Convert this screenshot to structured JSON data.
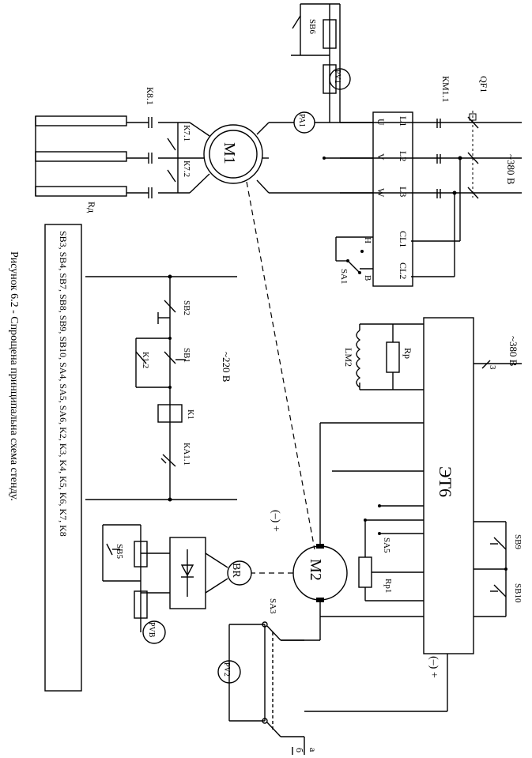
{
  "caption": "Рисунок 6.2 - Спрощена принципальна схема стенду.",
  "supply_main": "~380 В",
  "supply_aux": "~220 В",
  "supply_et6": "~380 В",
  "phase_count": "3",
  "et6_label": "ЭТ6",
  "motor1": "М1",
  "motor2": "М2",
  "tachogen": "BR",
  "breaker": "QF1",
  "contactor": "КМ1.1",
  "contact_k81": "К8.1",
  "contact_k71": "К7.1",
  "contact_k72": "К7.2",
  "resistor_rd": "Rд",
  "ammeter": "PA1",
  "voltmeter1": "PV1",
  "voltmeter2": "PV2",
  "voltmeter_vb": "PVB",
  "btn_sb6": "SB6",
  "btn_sb2": "SB2",
  "btn_sb1": "SB1",
  "btn_sb5": "SB5",
  "btn_sb9": "SB9",
  "btn_sb10": "SB10",
  "contact_k12": "К1.2",
  "relay_k1": "К1",
  "contact_ka11": "КА1.1",
  "switch_sa1": "SA1",
  "switch_sa3": "SA3",
  "switch_sa5": "SA5",
  "res_rp": "Rp",
  "res_rp1": "Rp1",
  "coil_lm2": "LM2",
  "term_l1": "L1",
  "term_l2": "L2",
  "term_l3": "L3",
  "term_cl1": "CL1",
  "term_cl2": "CL2",
  "term_u": "U",
  "term_v": "V",
  "term_w": "W",
  "term_h": "Н",
  "term_b": "В",
  "polarity_top": "(–) +",
  "polarity_bottom": "(–) +",
  "out_a": "а",
  "out_b": "б",
  "legend_text": "SB3, SB4, SB7, SB8, SB9, SB10, SA4, SA5, SA6, K2, K3, K4, K5, K6, K7, K8"
}
